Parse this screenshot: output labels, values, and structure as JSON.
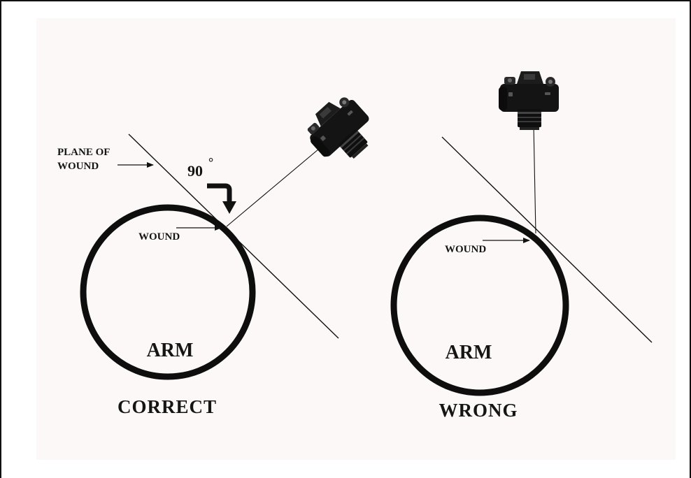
{
  "colors": {
    "page_background": "#ffffff",
    "panel_background": "#fcf8f8",
    "ink": "#111111"
  },
  "icons": {
    "camera": "camera-icon",
    "turn_arrow": "turn-arrow-icon"
  },
  "correct_panel": {
    "plane_label_line1": "PLANE OF",
    "plane_label_line2": "WOUND",
    "angle_label": "90",
    "angle_unit": "°",
    "wound_label": "WOUND",
    "arm_label": "ARM",
    "caption": "CORRECT"
  },
  "wrong_panel": {
    "wound_label": "WOUND",
    "arm_label": "ARM",
    "caption": "WRONG"
  }
}
